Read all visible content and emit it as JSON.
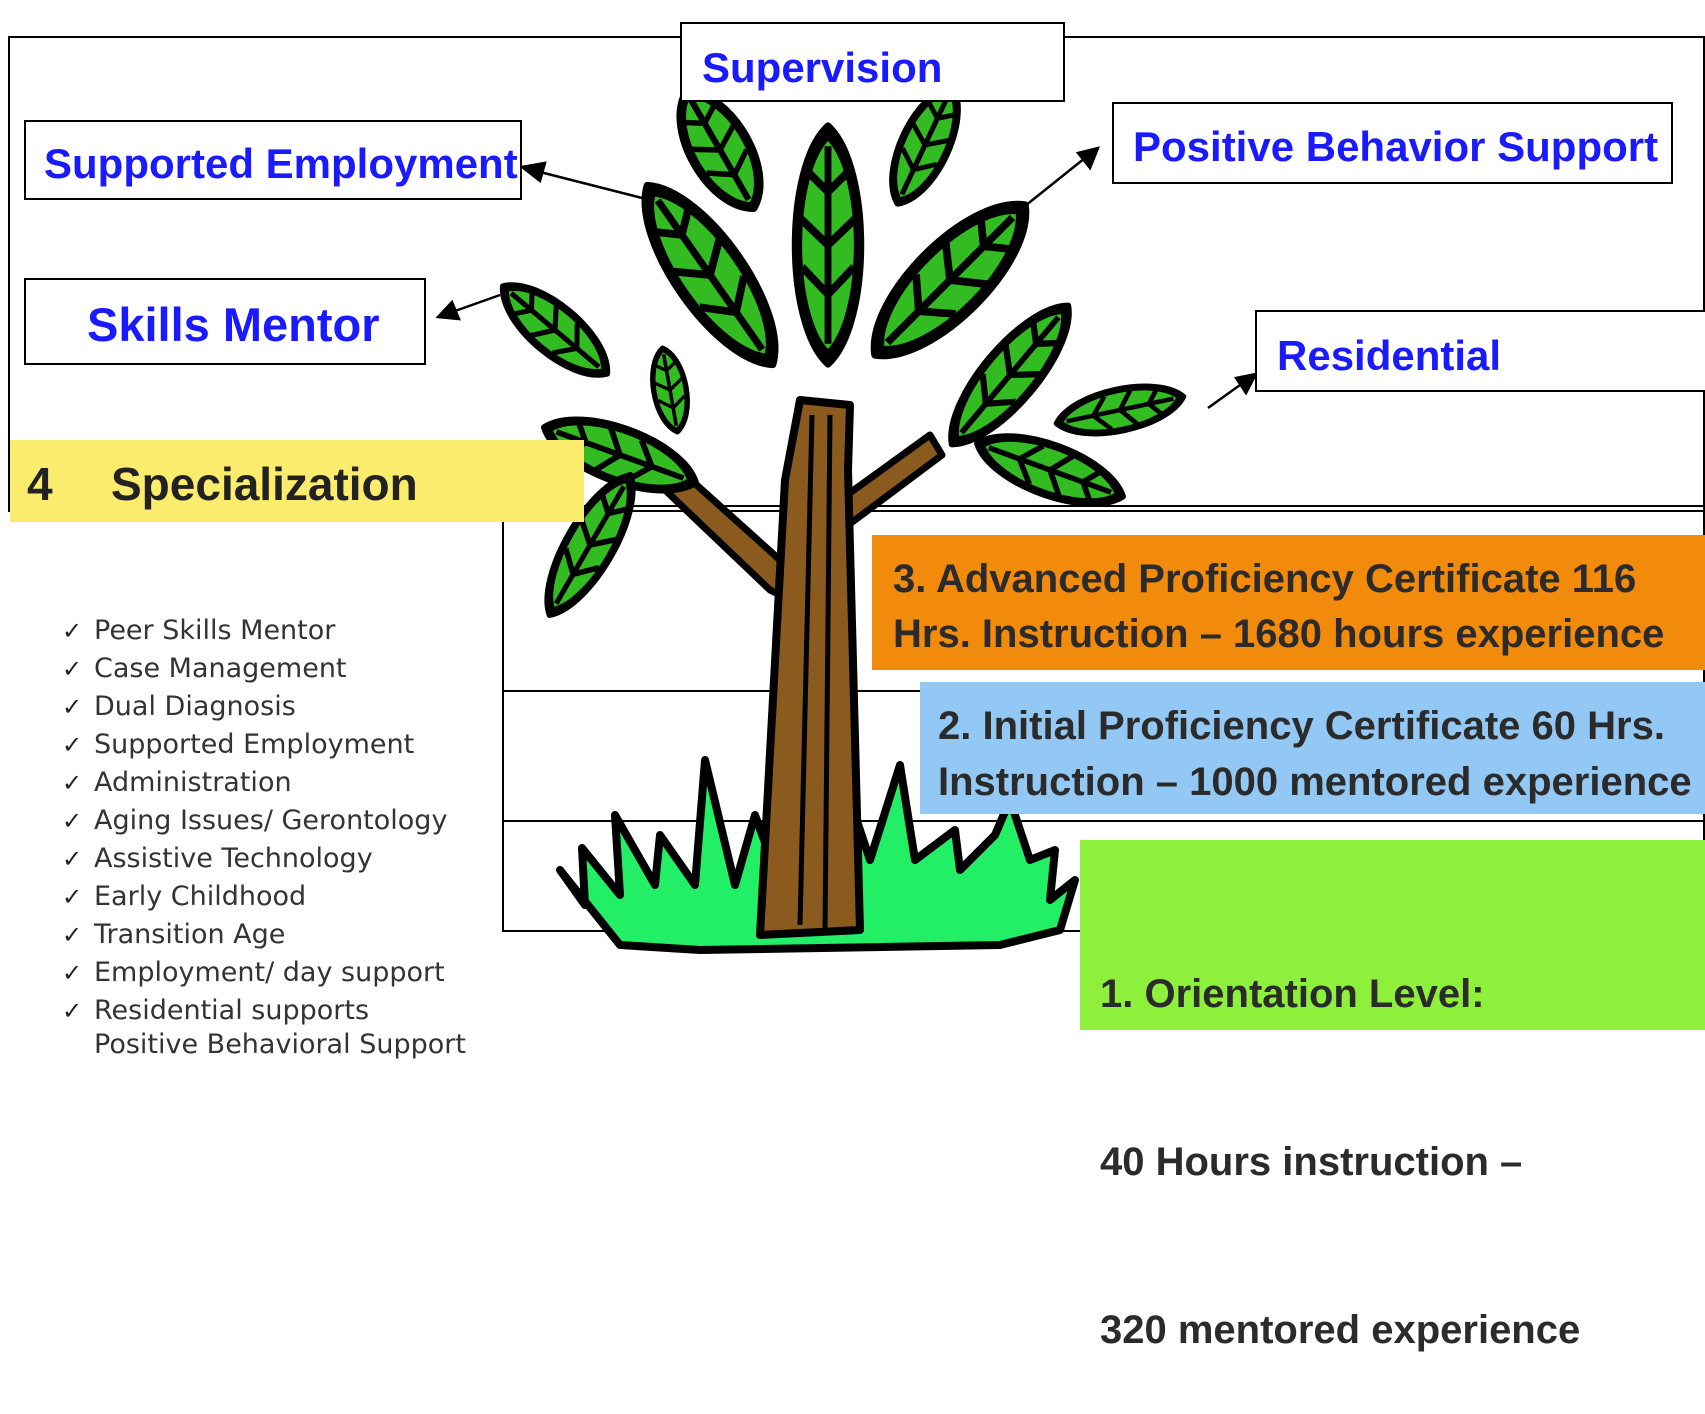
{
  "branches": {
    "supervision": "Supervision",
    "supported_employment": "Supported Employment",
    "positive_behavior_support": "Positive Behavior Support",
    "skills_mentor": "Skills Mentor",
    "residential": "Residential"
  },
  "specialization": {
    "number": "4",
    "label": "Specialization"
  },
  "levels": {
    "advanced": {
      "line1": "3. Advanced Proficiency Certificate 116",
      "line2": "Hrs. Instruction – 1680 hours experience"
    },
    "initial": {
      "line1": "2. Initial Proficiency Certificate   60 Hrs.",
      "line2": "Instruction – 1000 mentored experience"
    },
    "orientation": {
      "line1": "1. Orientation Level:",
      "line2": " 40 Hours instruction –",
      "line3": "320 mentored experience"
    }
  },
  "checklist": {
    "items": [
      "Peer Skills Mentor",
      "Case Management",
      "Dual Diagnosis",
      "Supported Employment",
      "Administration",
      "Aging Issues/ Gerontology",
      "Assistive Technology",
      "Early Childhood",
      "Transition Age",
      "Employment/ day support",
      "Residential supports"
    ],
    "trailer": "Positive Behavioral Support"
  },
  "colors": {
    "specialization_bg": "#fbec6d",
    "advanced_bg": "#f28a0c",
    "initial_bg": "#94c8f4",
    "orientation_bg": "#8ef03a",
    "branch_text": "#1a1aff",
    "leaf_green": "#33bb22",
    "grass_green": "#22ee66",
    "trunk_brown": "#8b5a1e"
  },
  "icons": {
    "tree": "tree-illustration",
    "check": "check-mark-icon"
  }
}
